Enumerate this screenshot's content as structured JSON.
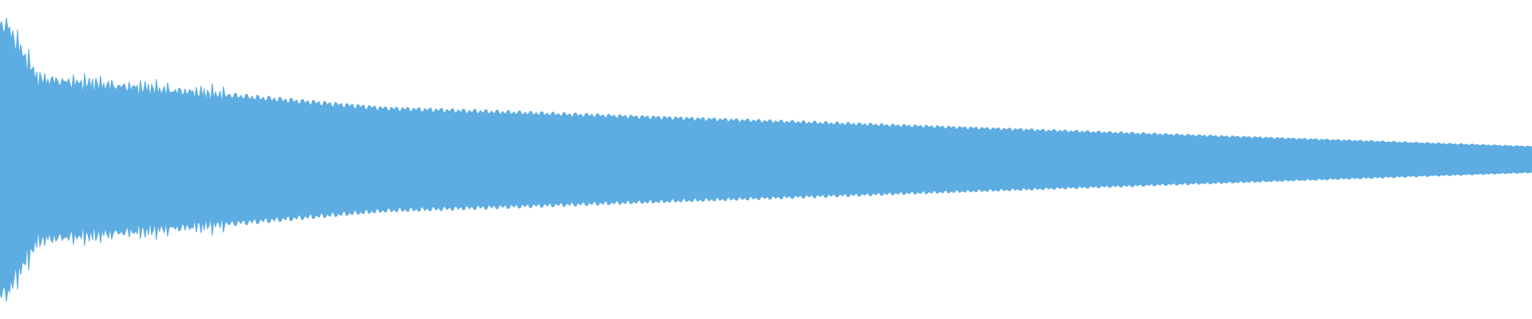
{
  "waveform": {
    "color": "#5dade2",
    "background": "#ffffff",
    "envelope": {
      "attack_peak": 0.84,
      "initial_body": 0.5,
      "mid_body": 0.32,
      "late_body": 0.16,
      "end_body": 0.08
    }
  }
}
